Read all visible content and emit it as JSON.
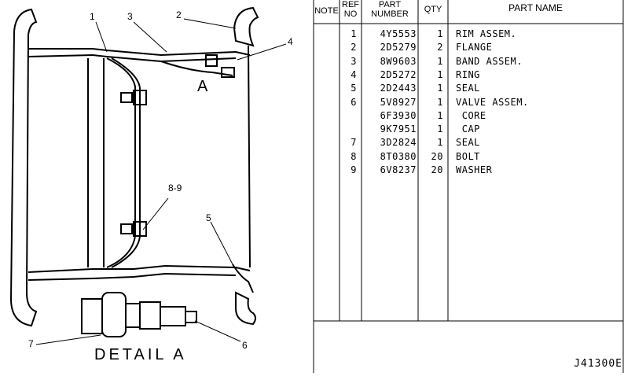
{
  "table": {
    "headers": {
      "note": "NOTE",
      "ref": "REF\nNO",
      "part_number": "PART\nNUMBER",
      "qty": "QTY",
      "part_name": "PART NAME"
    },
    "rows": [
      {
        "ref": "1",
        "part_number": "4Y5553",
        "qty": "1",
        "name": "RIM ASSEM."
      },
      {
        "ref": "2",
        "part_number": "2D5279",
        "qty": "2",
        "name": "FLANGE"
      },
      {
        "ref": "3",
        "part_number": "8W9603",
        "qty": "1",
        "name": "BAND ASSEM."
      },
      {
        "ref": "4",
        "part_number": "2D5272",
        "qty": "1",
        "name": "RING"
      },
      {
        "ref": "5",
        "part_number": "2D2443",
        "qty": "1",
        "name": "SEAL"
      },
      {
        "ref": "6",
        "part_number": "5V8927",
        "qty": "1",
        "name": "VALVE ASSEM."
      },
      {
        "ref": "",
        "part_number": "6F3930",
        "qty": "1",
        "name": " CORE"
      },
      {
        "ref": "",
        "part_number": "9K7951",
        "qty": "1",
        "name": " CAP"
      },
      {
        "ref": "7",
        "part_number": "3D2824",
        "qty": "1",
        "name": "SEAL"
      },
      {
        "ref": "8",
        "part_number": "8T0380",
        "qty": "20",
        "name": "BOLT"
      },
      {
        "ref": "9",
        "part_number": "6V8237",
        "qty": "20",
        "name": "WASHER"
      }
    ]
  },
  "drawing": {
    "callouts": [
      "1",
      "3",
      "2",
      "4",
      "8-9",
      "5",
      "7",
      "6"
    ],
    "detail_marker": "A",
    "detail_label": "DETAIL A"
  },
  "document_id": "J41300E"
}
